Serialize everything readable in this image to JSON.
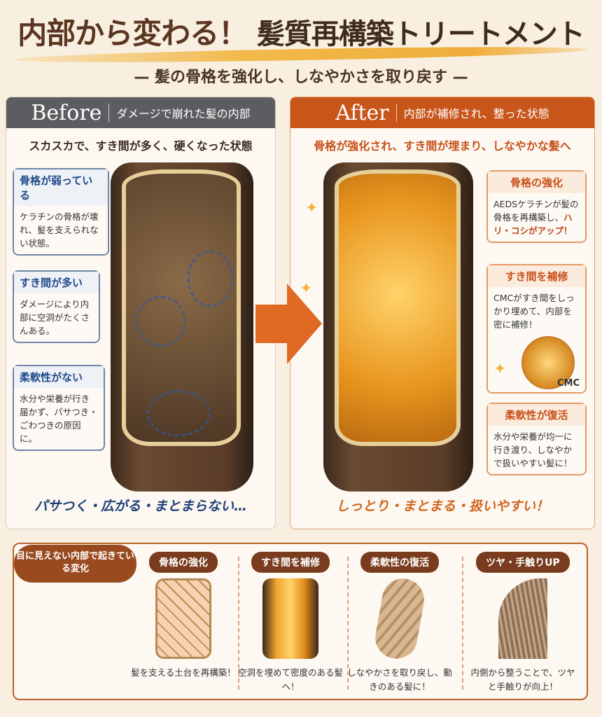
{
  "header": {
    "title_part1": "内部から変わる！",
    "title_part2": "髪質再構築トリートメント",
    "subtitle": "— 髪の骨格を強化し、しなやかさを取り戻す —"
  },
  "before": {
    "label": "Before",
    "header_text": "ダメージで崩れた髪の内部",
    "subheading": "スカスカで、すき間が多く、硬くなった状態",
    "callouts": [
      {
        "title": "骨格が弱っている",
        "body": "ケラチンの骨格が壊れ、髪を支えられない状態。"
      },
      {
        "title": "すき間が多い",
        "body": "ダメージにより内部に空洞がたくさんある。"
      },
      {
        "title": "柔軟性がない",
        "body": "水分や栄養が行き届かず、パサつき・ごわつきの原因に。"
      }
    ],
    "caption": "パサつく・広がる・まとまらない…"
  },
  "after": {
    "label": "After",
    "header_text": "内部が補修され、整った状態",
    "subheading": "骨格が強化され、すき間が埋まり、しなやかな髪へ",
    "callouts": [
      {
        "title": "骨格の強化",
        "body": "AEDSケラチンが髪の骨格を再構築し、",
        "highlight": "ハリ・コシがアップ！"
      },
      {
        "title": "すき間を補修",
        "body": "CMCがすき間をしっかり埋めて、内部を密に補修！"
      },
      {
        "title": "柔軟性が復活",
        "body": "水分や栄養が均一に行き渡り、しなやかで扱いやすい髪に！"
      }
    ],
    "cmc_label": "CMC",
    "caption": "しっとり・まとまる・扱いやすい！"
  },
  "bottom": {
    "bubble": "目に見えない内部で起きている変化",
    "items": [
      {
        "title": "骨格の強化",
        "caption": "髪を支える土台を再構築！"
      },
      {
        "title": "すき間を補修",
        "caption": "空洞を埋めて密度のある髪へ！"
      },
      {
        "title": "柔軟性の復活",
        "caption": "しなやかさを取り戻し、動きのある髪に！"
      },
      {
        "title": "ツヤ・手触りUP",
        "caption": "内側から整うことで、ツヤと手触りが向上！"
      }
    ]
  },
  "colors": {
    "brown": "#5a3520",
    "orange": "#c8551a",
    "navy": "#1f4a8a",
    "gray": "#5d5d61"
  }
}
